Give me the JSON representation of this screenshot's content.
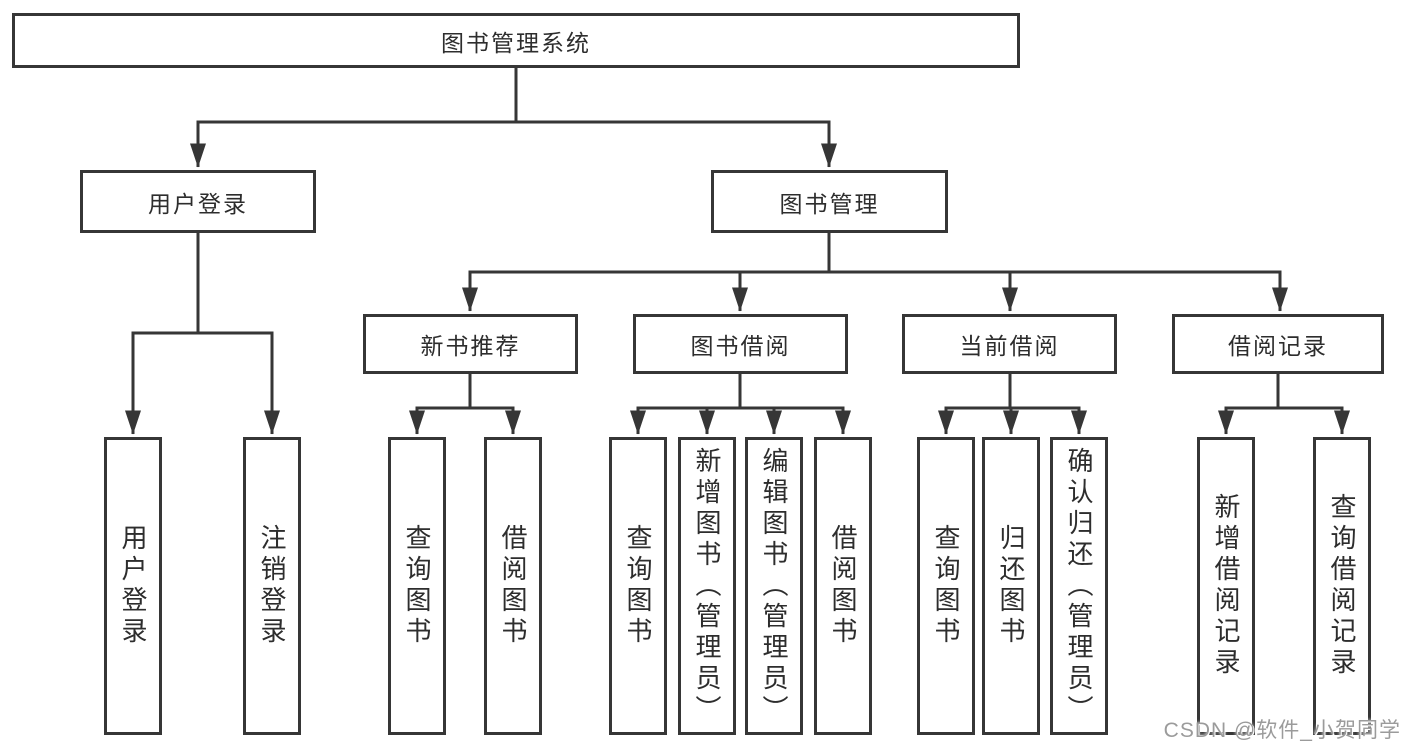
{
  "diagram": {
    "title": "图书管理系统",
    "branches": {
      "user_login": {
        "label": "用户登录",
        "children": [
          "用户登录",
          "注销登录"
        ]
      },
      "book_mgmt": {
        "label": "图书管理",
        "sections": {
          "new_book_rec": {
            "label": "新书推荐",
            "children": [
              "查询图书",
              "借阅图书"
            ]
          },
          "book_borrow": {
            "label": "图书借阅",
            "children": [
              "查询图书",
              "新增图书（管理员）",
              "编辑图书（管理员）",
              "借阅图书"
            ]
          },
          "current_borrow": {
            "label": "当前借阅",
            "children": [
              "查询图书",
              "归还图书",
              "确认归还（管理员）"
            ]
          },
          "borrow_records": {
            "label": "借阅记录",
            "children": [
              "新增借阅记录",
              "查询借阅记录"
            ]
          }
        }
      }
    }
  },
  "watermark": {
    "text": "CSDN @软件_小贺同学"
  },
  "colors": {
    "line": "#363636",
    "text": "#2d2d2d",
    "watermark": "#9b9b9b",
    "background": "#ffffff"
  }
}
